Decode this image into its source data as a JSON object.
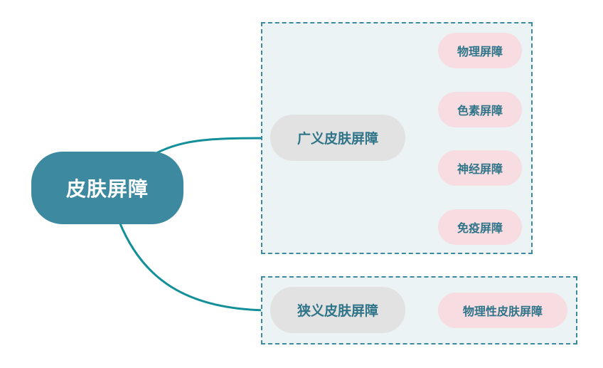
{
  "colors": {
    "root_fill": "#3d8aa0",
    "connector": "#138f9a",
    "group_border": "#3d8aa0",
    "group_fill": "#ecf3f5",
    "mid_fill": "#e2e2e2",
    "leaf_fill": "#f7dde1",
    "text_dark": "#2f7488"
  },
  "root": {
    "label": "皮肤屏障"
  },
  "broad": {
    "label": "广义皮肤屏障",
    "children": [
      "物理屏障",
      "色素屏障",
      "神经屏障",
      "免疫屏障"
    ]
  },
  "narrow": {
    "label": "狭义皮肤屏障",
    "children": [
      "物理性皮肤屏障"
    ]
  }
}
